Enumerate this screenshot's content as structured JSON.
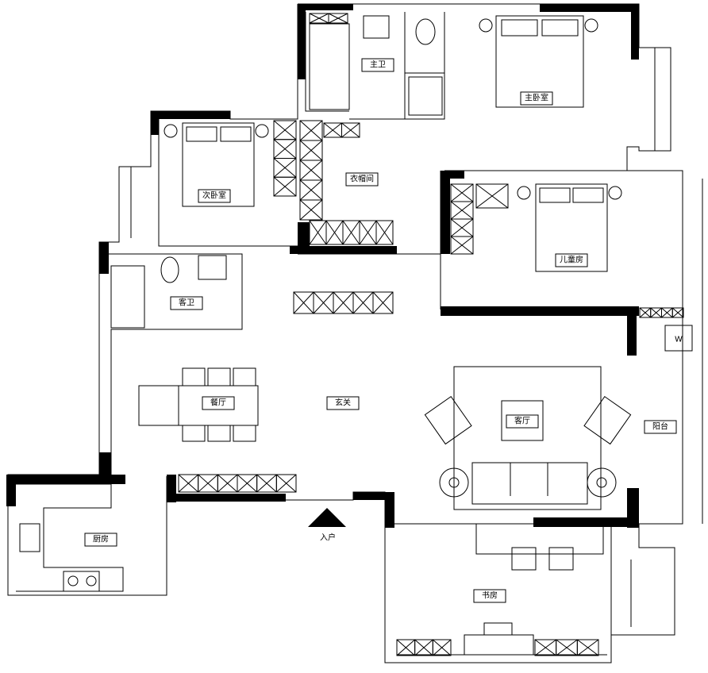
{
  "plan": {
    "rooms": {
      "master_bath": "主卫",
      "master_bedroom": "主卧室",
      "second_bedroom": "次卧室",
      "walk_in_closet": "衣帽间",
      "kids_room": "儿童房",
      "guest_bath": "客卫",
      "dining": "餐厅",
      "foyer": "玄关",
      "living": "客厅",
      "balcony": "阳台",
      "kitchen": "厨房",
      "entrance": "入户",
      "study": "书房"
    },
    "washer_label": "W"
  }
}
